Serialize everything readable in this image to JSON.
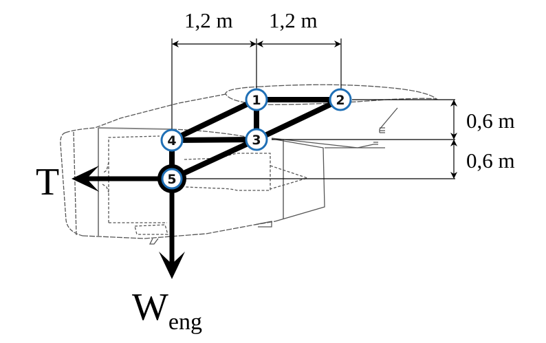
{
  "diagram": {
    "title": "Engine pylon truss with thrust and engine weight loads",
    "colors": {
      "member": "#000000",
      "node_border": "#1f6fb5",
      "node_fill": "#ffffff",
      "outline": "#555555",
      "dashed": "#555555"
    },
    "dimensions": {
      "horizontal": [
        {
          "id": "dim-4-1",
          "label": "1,2 m"
        },
        {
          "id": "dim-1-2",
          "label": "1,2 m"
        }
      ],
      "vertical": [
        {
          "id": "dim-2-3",
          "label": "0,6 m"
        },
        {
          "id": "dim-3-5",
          "label": "0,6 m"
        }
      ]
    },
    "nodes": [
      {
        "id": "1",
        "label": "1"
      },
      {
        "id": "2",
        "label": "2"
      },
      {
        "id": "3",
        "label": "3"
      },
      {
        "id": "4",
        "label": "4"
      },
      {
        "id": "5",
        "label": "5"
      }
    ],
    "members": [
      [
        "1",
        "2"
      ],
      [
        "1",
        "3"
      ],
      [
        "1",
        "4"
      ],
      [
        "2",
        "3"
      ],
      [
        "3",
        "4"
      ],
      [
        "3",
        "5"
      ],
      [
        "4",
        "5"
      ]
    ],
    "forces": {
      "thrust": {
        "label": "T",
        "direction": "left",
        "node": "5"
      },
      "weight": {
        "label": "W",
        "subscript": "eng",
        "direction": "down",
        "node": "5"
      }
    }
  }
}
